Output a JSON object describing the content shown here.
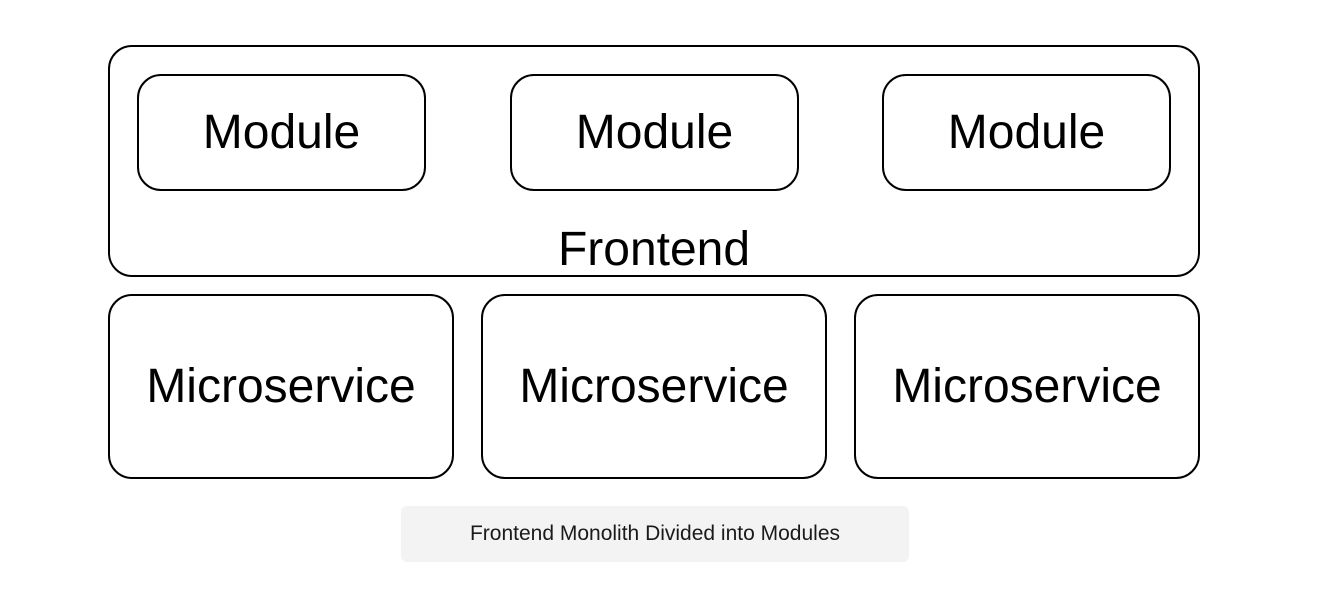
{
  "diagram": {
    "frontend": {
      "label": "Frontend",
      "modules": [
        {
          "label": "Module"
        },
        {
          "label": "Module"
        },
        {
          "label": "Module"
        }
      ]
    },
    "microservices": [
      {
        "label": "Microservice"
      },
      {
        "label": "Microservice"
      },
      {
        "label": "Microservice"
      }
    ],
    "caption": "Frontend Monolith Divided into Modules"
  }
}
